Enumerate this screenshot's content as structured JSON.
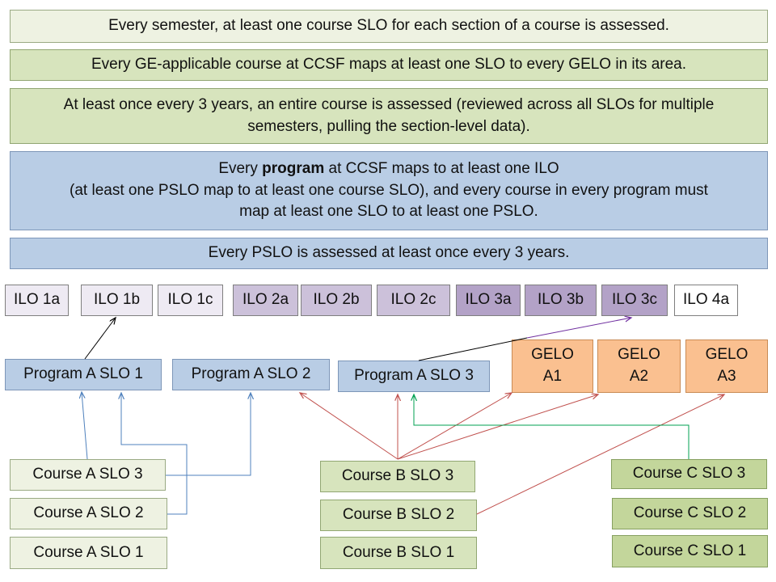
{
  "statements": {
    "s1": "Every semester, at least one course SLO for each section of a course is assessed.",
    "s2": "Every GE-applicable course at CCSF maps at least one SLO to every GELO in its area.",
    "s3_line1": "At least once every 3 years, an entire course is assessed (reviewed across all SLOs for multiple",
    "s3_line2": "semesters, pulling the section-level data).",
    "s4_line1_pre": "Every ",
    "s4_line1_bold": "program",
    "s4_line1_post": " at CCSF maps to at least one ILO",
    "s4_line2": "(at least one PSLO map to at least one course SLO), and every course in every program must",
    "s4_line3": "map at least one SLO to at least one PSLO.",
    "s5": "Every PSLO is assessed at least once every 3 years."
  },
  "ilos": [
    "ILO 1a",
    "ILO 1b",
    "ILO 1c",
    "ILO 2a",
    "ILO 2b",
    "ILO 2c",
    "ILO 3a",
    "ILO 3b",
    "ILO 3c",
    "ILO 4a"
  ],
  "program_slos": [
    "Program A SLO 1",
    "Program A SLO 2",
    "Program A SLO 3"
  ],
  "gelos": [
    {
      "line1": "GELO",
      "line2": "A1"
    },
    {
      "line1": "GELO",
      "line2": "A2"
    },
    {
      "line1": "GELO",
      "line2": "A3"
    }
  ],
  "course_a": [
    "Course A SLO 3",
    "Course A SLO 2",
    "Course A SLO 1"
  ],
  "course_b": [
    "Course B SLO 3",
    "Course B SLO 2",
    "Course B SLO 1"
  ],
  "course_c": [
    "Course C SLO 3",
    "Course C SLO 2",
    "Course C SLO 1"
  ],
  "colors": {
    "black_link": "#000000",
    "blue_link": "#4f81bd",
    "red_link": "#c0504d",
    "green_link": "#00a050",
    "purple_link": "#7030a0"
  }
}
